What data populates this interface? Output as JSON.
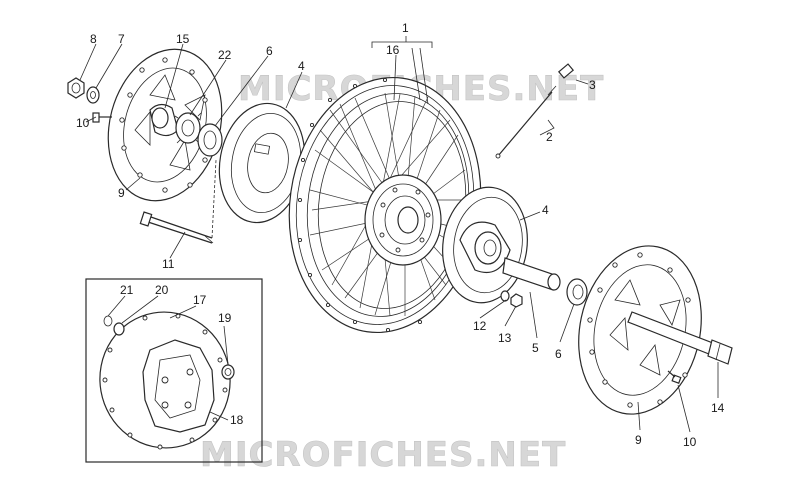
{
  "watermark_text": "MICROFICHES.NET",
  "callouts": [
    "1",
    "2",
    "3",
    "4",
    "4",
    "5",
    "6",
    "6",
    "7",
    "8",
    "9",
    "9",
    "10",
    "10",
    "11",
    "12",
    "13",
    "14",
    "15",
    "16",
    "17",
    "18",
    "19",
    "20",
    "21",
    "22"
  ]
}
